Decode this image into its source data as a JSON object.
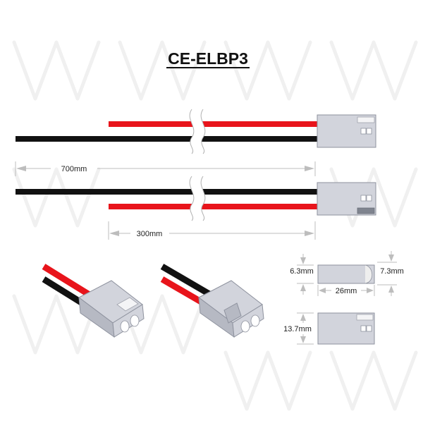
{
  "diagram": {
    "title": "CE-ELBP3",
    "dimensions": {
      "length_long": "700mm",
      "length_short": "300mm",
      "height_left": "6.3mm",
      "height_right": "7.3mm",
      "width": "26mm",
      "depth": "13.7mm"
    },
    "wire_colors": {
      "red": "#e8141b",
      "black": "#111111"
    }
  }
}
